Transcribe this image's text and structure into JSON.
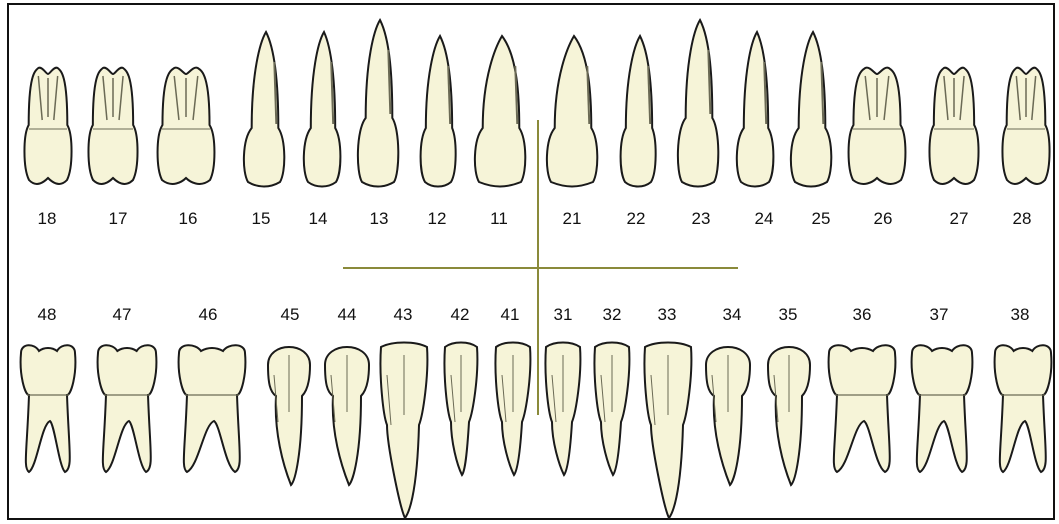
{
  "colors": {
    "tooth_fill": "#f6f4d8",
    "tooth_stroke": "#1a1a1a",
    "shade": "#6b6a55",
    "midline": "#8a8a3a",
    "border": "#111111"
  },
  "upper_teeth": [
    {
      "label": "18",
      "type": "molar"
    },
    {
      "label": "17",
      "type": "molar"
    },
    {
      "label": "16",
      "type": "molar"
    },
    {
      "label": "15",
      "type": "premolar"
    },
    {
      "label": "14",
      "type": "premolar"
    },
    {
      "label": "13",
      "type": "canine"
    },
    {
      "label": "12",
      "type": "incisor"
    },
    {
      "label": "11",
      "type": "incisor"
    },
    {
      "label": "21",
      "type": "incisor"
    },
    {
      "label": "22",
      "type": "incisor"
    },
    {
      "label": "23",
      "type": "canine"
    },
    {
      "label": "24",
      "type": "premolar"
    },
    {
      "label": "25",
      "type": "premolar"
    },
    {
      "label": "26",
      "type": "molar"
    },
    {
      "label": "27",
      "type": "molar"
    },
    {
      "label": "28",
      "type": "molar"
    }
  ],
  "lower_teeth": [
    {
      "label": "48",
      "type": "molar"
    },
    {
      "label": "47",
      "type": "molar"
    },
    {
      "label": "46",
      "type": "molar"
    },
    {
      "label": "45",
      "type": "premolar"
    },
    {
      "label": "44",
      "type": "premolar"
    },
    {
      "label": "43",
      "type": "canine"
    },
    {
      "label": "42",
      "type": "incisor"
    },
    {
      "label": "41",
      "type": "incisor"
    },
    {
      "label": "31",
      "type": "incisor"
    },
    {
      "label": "32",
      "type": "incisor"
    },
    {
      "label": "33",
      "type": "canine"
    },
    {
      "label": "34",
      "type": "premolar"
    },
    {
      "label": "35",
      "type": "premolar"
    },
    {
      "label": "36",
      "type": "molar"
    },
    {
      "label": "37",
      "type": "molar"
    },
    {
      "label": "38",
      "type": "molar"
    }
  ]
}
